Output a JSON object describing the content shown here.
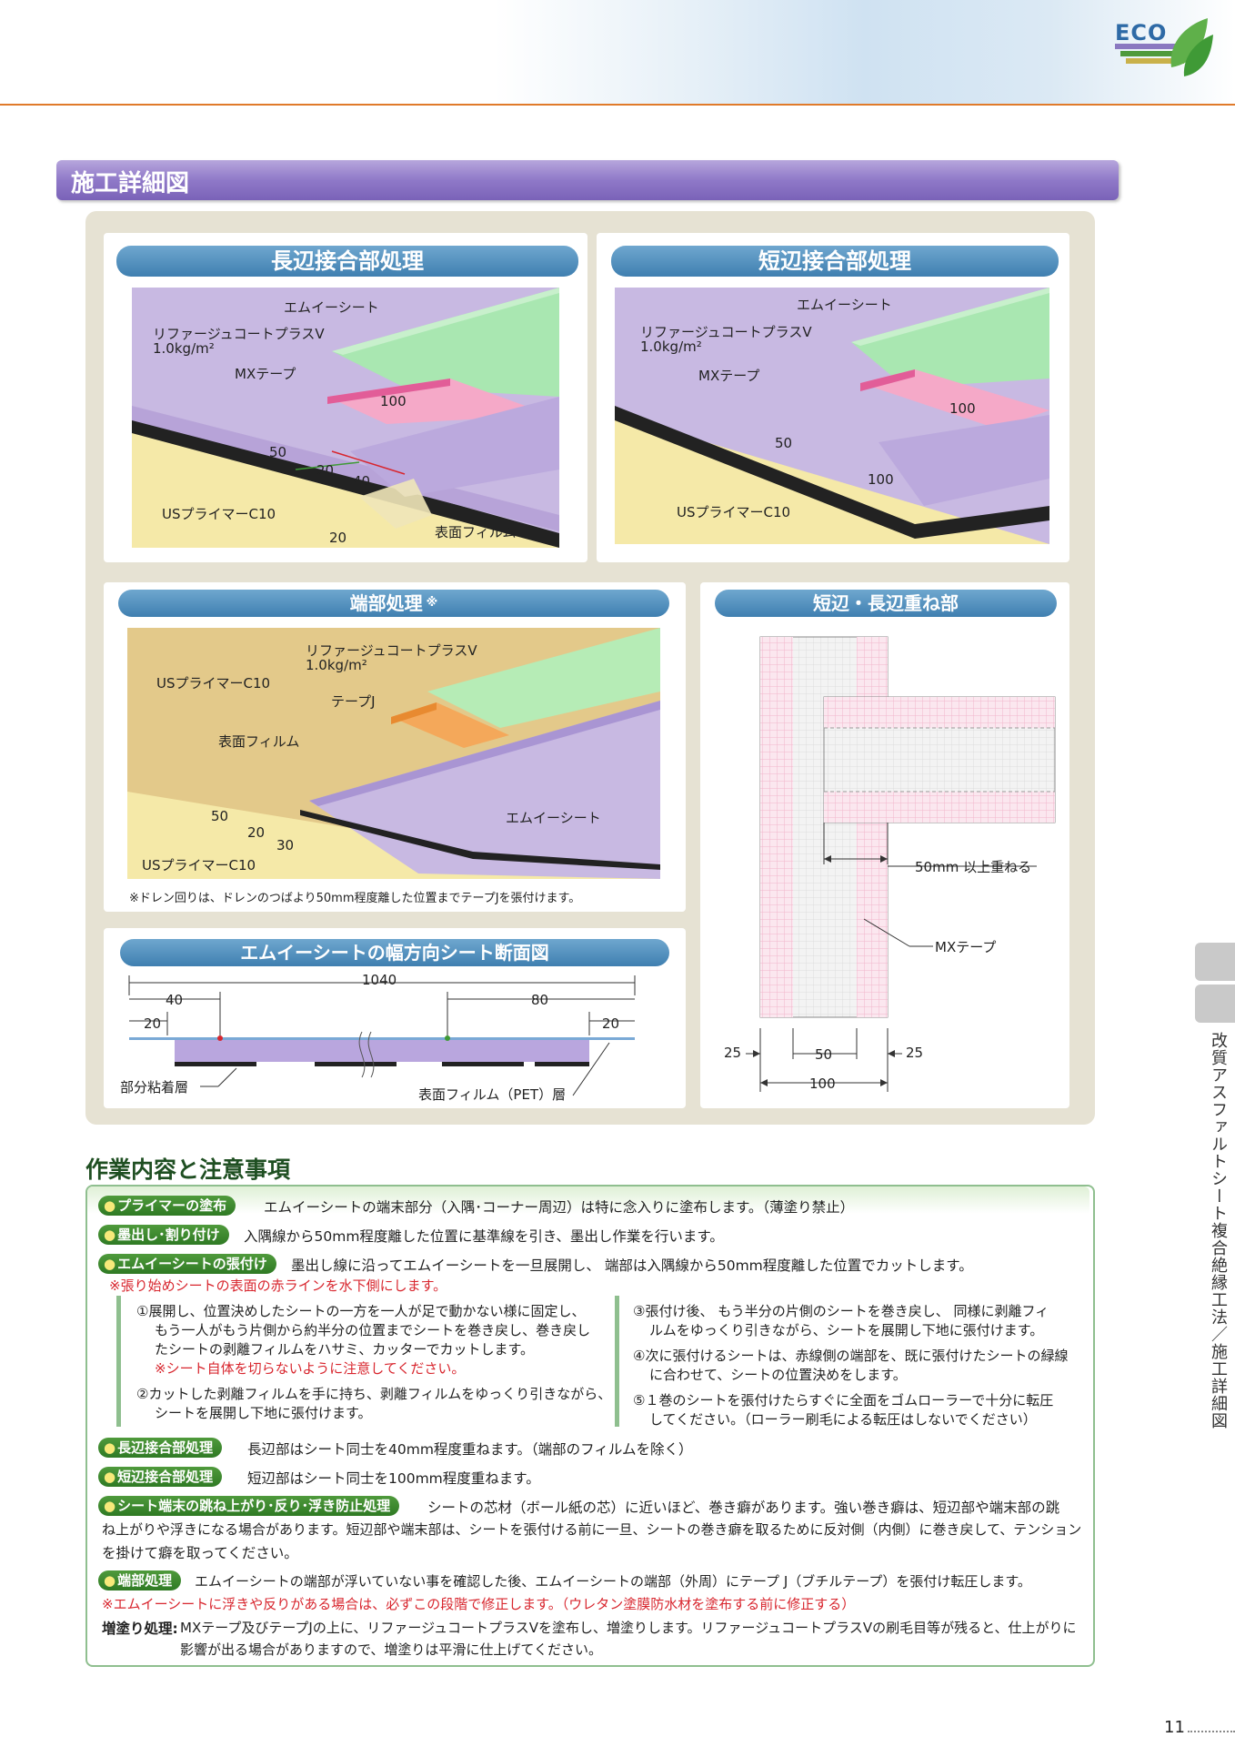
{
  "header": {
    "eco_label": "ECO"
  },
  "section": {
    "title": "施工詳細図"
  },
  "panels": {
    "long_side": {
      "title": "長辺接合部処理",
      "labels": {
        "sheet": "エムイーシート",
        "coat_line1": "リファージュコートプラスV",
        "coat_line2": "1.0kg/m²",
        "mx_tape": "MXテープ",
        "primer": "USプライマーC10",
        "surface_film": "表面フィルム"
      },
      "dims": {
        "d100": "100",
        "d50": "50",
        "d20a": "20",
        "d40": "40",
        "d20b": "20"
      }
    },
    "short_side": {
      "title": "短辺接合部処理",
      "labels": {
        "sheet": "エムイーシート",
        "coat_line1": "リファージュコートプラスV",
        "coat_line2": "1.0kg/m²",
        "mx_tape": "MXテープ",
        "primer": "USプライマーC10"
      },
      "dims": {
        "d100a": "100",
        "d50": "50",
        "d100b": "100"
      }
    },
    "edge": {
      "title": "端部処理",
      "mark": "※",
      "labels": {
        "primer_top": "USプライマーC10",
        "coat_line1": "リファージュコートプラスV",
        "coat_line2": "1.0kg/m²",
        "tape_j": "テープJ",
        "surface_film": "表面フィルム",
        "sheet": "エムイーシート",
        "primer_bottom": "USプライマーC10"
      },
      "dims": {
        "d50": "50",
        "d20": "20",
        "d30": "30"
      },
      "note": "※ドレン回りは、ドレンのつばより50mm程度離した位置までテープJを張付けます。"
    },
    "overlap": {
      "title": "短辺・長辺重ね部",
      "label_overlap": "50mm 以上重ねる",
      "label_mx": "MXテープ",
      "dims": {
        "d25a": "25",
        "d50": "50",
        "d25b": "25",
        "d100": "100"
      }
    },
    "cross_section": {
      "title": "エムイーシートの幅方向シート断面図",
      "dims": {
        "d1040": "1040",
        "d40": "40",
        "d80": "80",
        "d20a": "20",
        "d20b": "20"
      },
      "labels": {
        "adhesive": "部分粘着層",
        "pet": "表面フィルム（PET）層"
      }
    }
  },
  "notes": {
    "heading": "作業内容と注意事項",
    "primer": {
      "tag": "プライマーの塗布",
      "text": "エムイーシートの端末部分（入隅･コーナー周辺）は特に念入りに塗布します。（薄塗り禁止）"
    },
    "marking": {
      "tag": "墨出し･割り付け",
      "text": "入隅線から50mm程度離した位置に基準線を引き、墨出し作業を行います。"
    },
    "laying": {
      "tag": "エムイーシートの張付け",
      "text": "墨出し線に沿ってエムイーシートを一旦展開し、 端部は入隅線から50mm程度離した位置でカットします。",
      "red": "※張り始めシートの表面の赤ラインを水下側にします。",
      "steps_left": [
        "①展開し、位置決めしたシートの一方を一人が足で動かない様に固定し、",
        "もう一人がもう片側から約半分の位置までシートを巻き戻し、巻き戻し",
        "たシートの剥離フィルムをハサミ、カッターでカットします。",
        "※シート自体を切らないように注意してください。",
        "②カットした剥離フィルムを手に持ち、剥離フィルムをゆっくり引きながら、",
        "シートを展開し下地に張付けます。"
      ],
      "steps_right": [
        "③張付け後、 もう半分の片側のシートを巻き戻し、 同様に剥離フィ",
        "ルムをゆっくり引きながら、シートを展開し下地に張付けます。",
        "④次に張付けるシートは、赤線側の端部を、既に張付けたシートの緑線",
        "に合わせて、シートの位置決めをします。",
        "⑤１巻のシートを張付けたらすぐに全面をゴムローラーで十分に転圧",
        "してください。（ローラー刷毛による転圧はしないでください）"
      ]
    },
    "long": {
      "tag": "長辺接合部処理",
      "text": "長辺部はシート同士を40mm程度重ねます。（端部のフィルムを除く）"
    },
    "short": {
      "tag": "短辺接合部処理",
      "text": "短辺部はシート同士を100mm程度重ねます。"
    },
    "curl": {
      "tag": "シート端末の跳ね上がり･反り･浮き防止処理",
      "line1": "シートの芯材（ボール紙の芯）に近いほど、巻き癖があります。強い巻き癖は、短辺部や端末部の跳",
      "line2": "ね上がりや浮きになる場合があります。短辺部や端末部は、シートを張付ける前に一旦、シートの巻き癖を取るために反対側（内側）に巻き戻して、テンション",
      "line3": "を掛けて癖を取ってください。"
    },
    "edge": {
      "tag": "端部処理",
      "text": "エムイーシートの端部が浮いていない事を確認した後、エムイーシートの端部（外周）にテープ J（ブチルテープ）を張付け転圧します。",
      "red": "※エムイーシートに浮きや反りがある場合は、必ずこの段階で修正します。（ウレタン塗膜防水材を塗布する前に修正する）"
    },
    "thick": {
      "label": "増塗り処理:",
      "line1": "MXテープ及びテープJの上に、リファージュコートプラスVを塗布し、増塗りします。リファージュコートプラスVの刷毛目等が残ると、仕上がりに",
      "line2": "影響が出る場合がありますので、増塗りは平滑に仕上げてください。"
    }
  },
  "side": {
    "vertical_title": "改質アスファルトシート複合絶縁工法／施工詳細図"
  },
  "footer": {
    "page_number": "11"
  }
}
